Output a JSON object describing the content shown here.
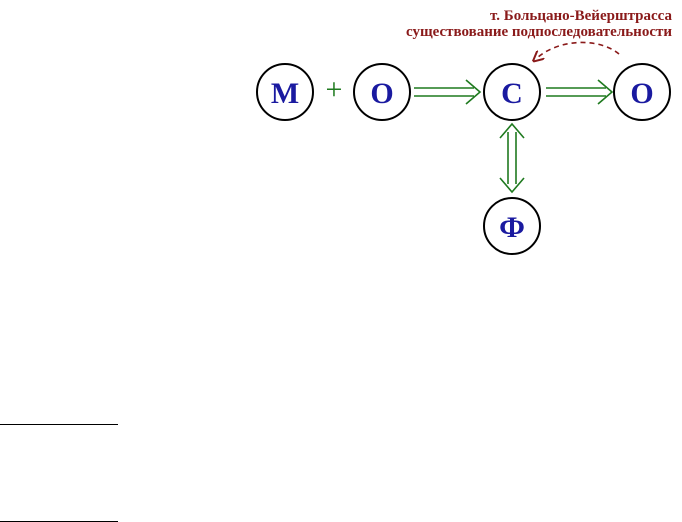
{
  "caption": {
    "line1": "т. Больцано-Вейерштрасса",
    "line2": "существование подпоследовательности"
  },
  "nodes": {
    "m": "M",
    "o_left": "O",
    "c": "C",
    "o_right": "O",
    "f": "Ф"
  },
  "plus": "+",
  "colors": {
    "node_text": "#1a1aa0",
    "arrow": "#1f7a1f",
    "caption": "#8a1a1a"
  }
}
